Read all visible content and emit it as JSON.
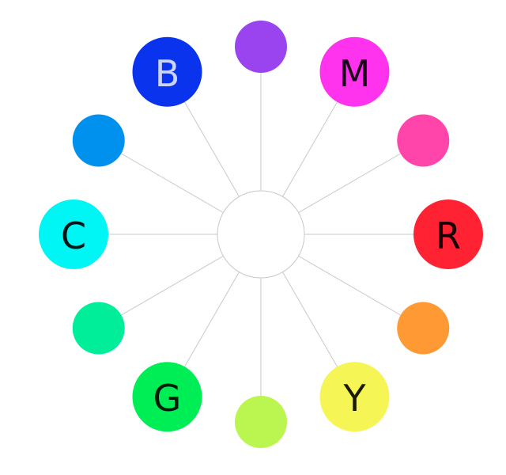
{
  "wheel": {
    "center_fill": "#ffffff",
    "spoke_color": "#c8c8c8",
    "nodes": [
      {
        "id": "red",
        "label": "R",
        "color": "#ff2233",
        "label_color": "#1a0000"
      },
      {
        "id": "rose",
        "label": "",
        "color": "#ff44aa",
        "label_color": "#000000"
      },
      {
        "id": "magenta",
        "label": "M",
        "color": "#ff33ee",
        "label_color": "#1a001a"
      },
      {
        "id": "violet",
        "label": "",
        "color": "#9944ee",
        "label_color": "#000000"
      },
      {
        "id": "blue",
        "label": "B",
        "color": "#0a33ee",
        "label_color": "#c9d4ff"
      },
      {
        "id": "azure",
        "label": "",
        "color": "#0090ee",
        "label_color": "#000000"
      },
      {
        "id": "cyan",
        "label": "C",
        "color": "#00f5f5",
        "label_color": "#001414"
      },
      {
        "id": "spring-green",
        "label": "",
        "color": "#00ee99",
        "label_color": "#000000"
      },
      {
        "id": "green",
        "label": "G",
        "color": "#00ee55",
        "label_color": "#001a08"
      },
      {
        "id": "chartreuse",
        "label": "",
        "color": "#bbf550",
        "label_color": "#000000"
      },
      {
        "id": "yellow",
        "label": "Y",
        "color": "#f5f555",
        "label_color": "#1a1a00"
      },
      {
        "id": "orange",
        "label": "",
        "color": "#ff9933",
        "label_color": "#000000"
      }
    ]
  }
}
